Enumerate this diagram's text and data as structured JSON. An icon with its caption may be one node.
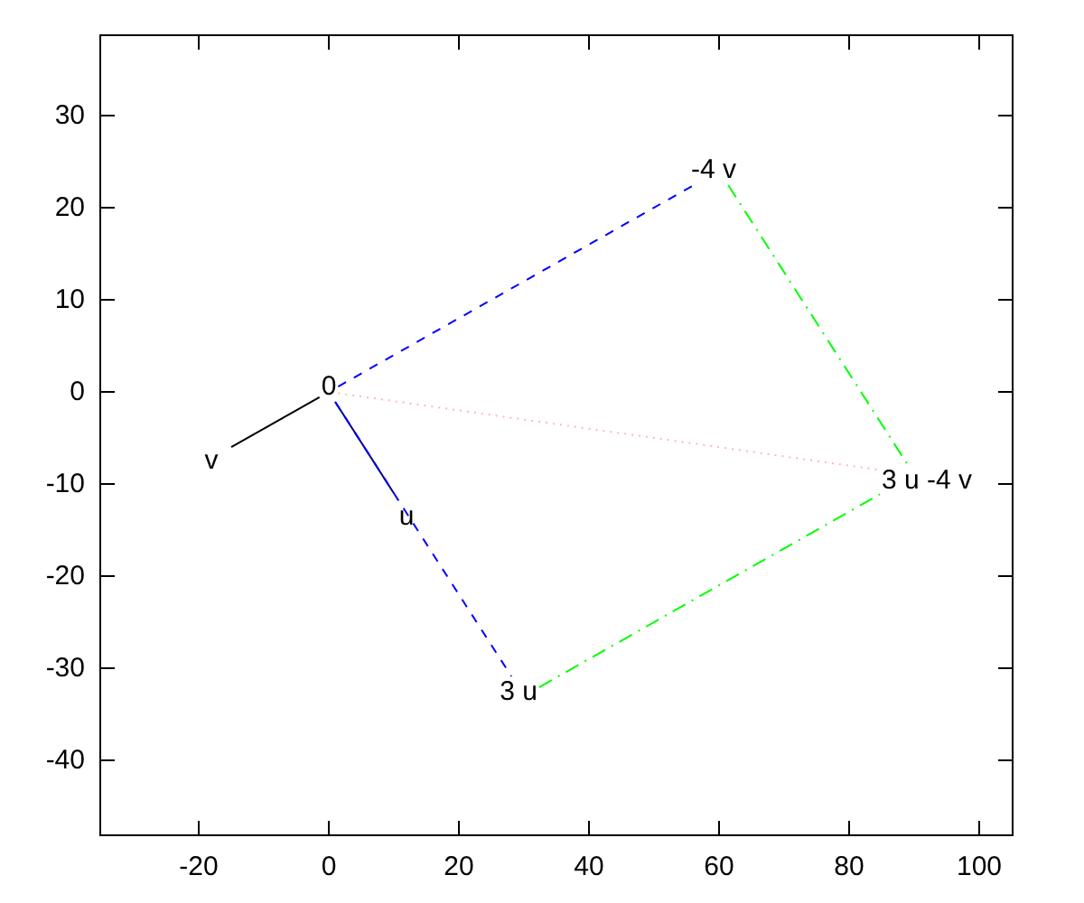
{
  "diagram": {
    "nodes": [
      {
        "text": [
          "0"
        ]
      },
      {
        "text": [
          "v"
        ]
      },
      {
        "text": [
          "u"
        ]
      },
      {
        "text": [
          "3 u"
        ]
      },
      {
        "text": [
          "-4 v"
        ]
      },
      {
        "text": [
          "3 u -4 v"
        ]
      }
    ],
    "edges": [
      {
        "from": 0,
        "to": 1,
        "arrow": "none",
        "color": "#000000"
      },
      {
        "from": 0,
        "to": 2,
        "arrow": "none",
        "color": "#000080"
      },
      {
        "from": 0,
        "to": 3,
        "arrow": "none",
        "style": "dashed",
        "color": "#0000ff"
      },
      {
        "from": 0,
        "to": 4,
        "arrow": "none",
        "style": "dashed",
        "color": "#0000ff"
      },
      {
        "from": 3,
        "to": 5,
        "arrow": "none",
        "style": "dashed",
        "color": "#00ff00"
      },
      {
        "from": 4,
        "to": 5,
        "arrow": "none",
        "style": "dashed",
        "color": "#00ff00"
      },
      {
        "from": 0,
        "to": 5,
        "arrow": "none",
        "style": "dashed",
        "color": "#ffb6c1"
      }
    ],
    "labels": [
      "30",
      "20",
      "10",
      "0",
      "-10",
      "-20",
      "-30",
      "-40",
      "-20",
      "0",
      "20",
      "40",
      "60",
      "80",
      "100"
    ]
  }
}
